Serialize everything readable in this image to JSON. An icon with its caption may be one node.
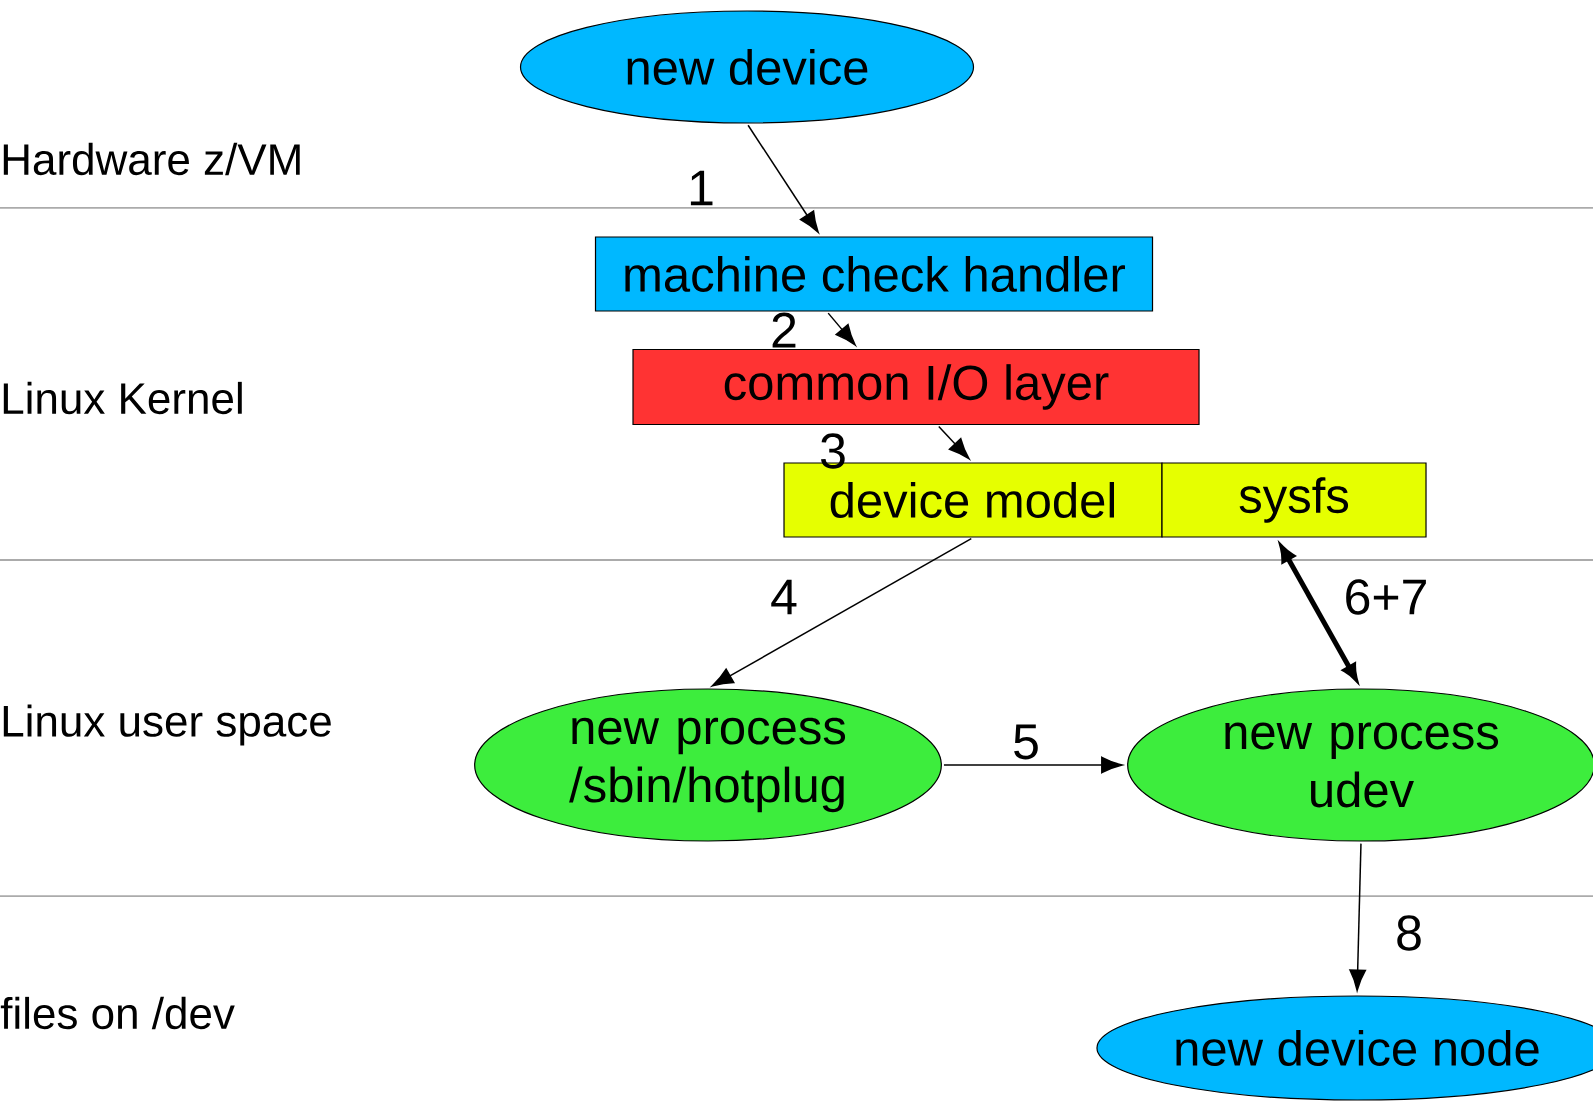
{
  "diagram": {
    "nodes": [
      {
        "text": [
          "new device"
        ]
      },
      {
        "text": [
          "machine check handler"
        ]
      },
      {
        "text": [
          "common I/O layer"
        ]
      },
      {
        "text": [
          "device model"
        ]
      },
      {
        "text": [
          "sysfs"
        ]
      },
      {
        "text": [
          "new process /sbin/hotplug"
        ]
      },
      {
        "text": [
          "new process udev"
        ]
      },
      {
        "text": [
          "new device node"
        ]
      }
    ],
    "edges": [
      {
        "from": 0,
        "to": 1,
        "arrow": "to",
        "label": "1"
      },
      {
        "from": 1,
        "to": 2,
        "arrow": "to",
        "label": "2"
      },
      {
        "from": 2,
        "to": 3,
        "arrow": "to",
        "label": "3"
      },
      {
        "from": 3,
        "to": 5,
        "arrow": "to",
        "label": "4"
      },
      {
        "from": 5,
        "to": 6,
        "arrow": "to",
        "label": "5"
      },
      {
        "from": 4,
        "to": 6,
        "arrow": "both",
        "style": "thick",
        "label": "6+7"
      },
      {
        "from": 6,
        "to": 7,
        "arrow": "to",
        "label": "8"
      }
    ],
    "labels": [
      "Hardware z/VM",
      "Linux Kernel",
      "Linux user space",
      "files on /dev"
    ]
  }
}
